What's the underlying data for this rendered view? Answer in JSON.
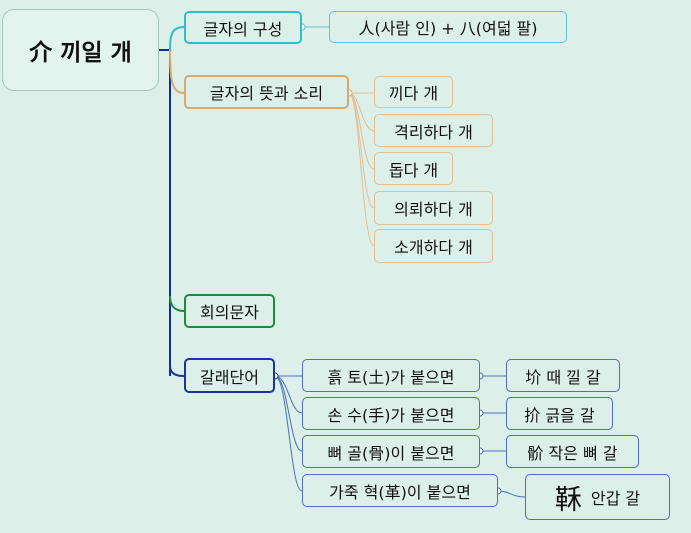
{
  "root": {
    "label": "介 끼일 개"
  },
  "composition": {
    "label": "글자의 구성",
    "value": "人(사람 인) + 八(여덟 팔)"
  },
  "meaning": {
    "label": "글자의 뜻과 소리",
    "items": [
      "끼다 개",
      "격리하다 개",
      "돕다 개",
      "의뢰하다 개",
      "소개하다 개"
    ]
  },
  "type": {
    "label": "회의문자"
  },
  "derived": {
    "label": "갈래단어",
    "items": [
      {
        "condition": "흙 토(土)가 붙으면",
        "result": "圿 때 낄 갈"
      },
      {
        "condition": "손 수(手)가 붙으면",
        "result": "扴 긁을 갈"
      },
      {
        "condition": "뼈 골(骨)이 붙으면",
        "result": "骱 작은 뼈 갈"
      },
      {
        "condition": "가죽 혁(革)이 붙으면",
        "result_char": "鞂",
        "result_text": "안갑 갈"
      }
    ]
  },
  "colors": {
    "composition": "#32bccb",
    "meaning": "#d9a86c",
    "type": "#1f8a3c",
    "derived": "#17379d",
    "trunk": "#0a2fa8"
  }
}
